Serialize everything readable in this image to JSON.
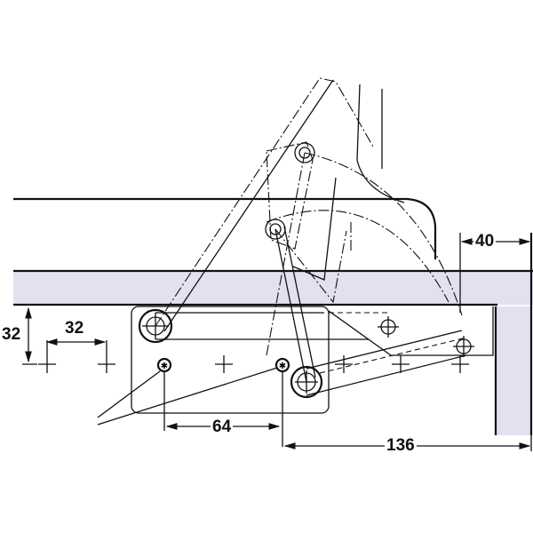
{
  "dimensions": {
    "door_offset": "40",
    "vertical_offset": "32",
    "hole_spacing": "32",
    "screw_spacing": "64",
    "depth": "136"
  },
  "colors": {
    "panel": "#e3e0f0",
    "line": "#111111"
  }
}
